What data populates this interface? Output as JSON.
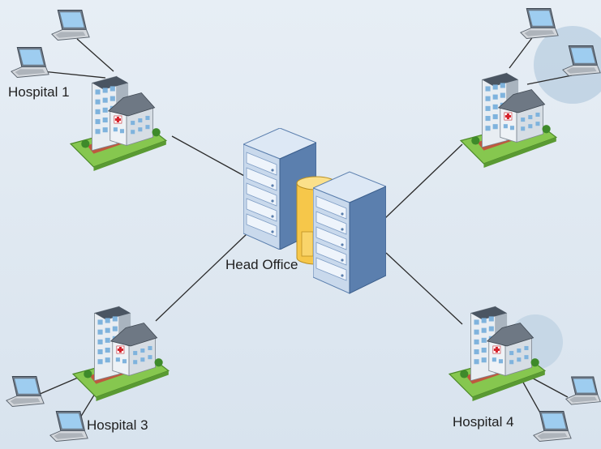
{
  "diagram": {
    "center_label": "Head Office",
    "sites": [
      {
        "id": "hospital-1",
        "label": "Hospital 1"
      },
      {
        "id": "hospital-2",
        "label": ""
      },
      {
        "id": "hospital-3",
        "label": "Hospital 3"
      },
      {
        "id": "hospital-4",
        "label": "Hospital 4"
      }
    ],
    "icons": {
      "hub": "server-building-icon",
      "site": "hospital-building-icon",
      "client": "laptop-icon"
    },
    "colors": {
      "link": "#2b2b2b",
      "server_front": "#c9d9ec",
      "server_side": "#5b7fae",
      "database": "#f6c74a",
      "lawn": "#7cc24b",
      "hospital_cross": "#d6242d",
      "background": "#e3ebf3"
    }
  }
}
